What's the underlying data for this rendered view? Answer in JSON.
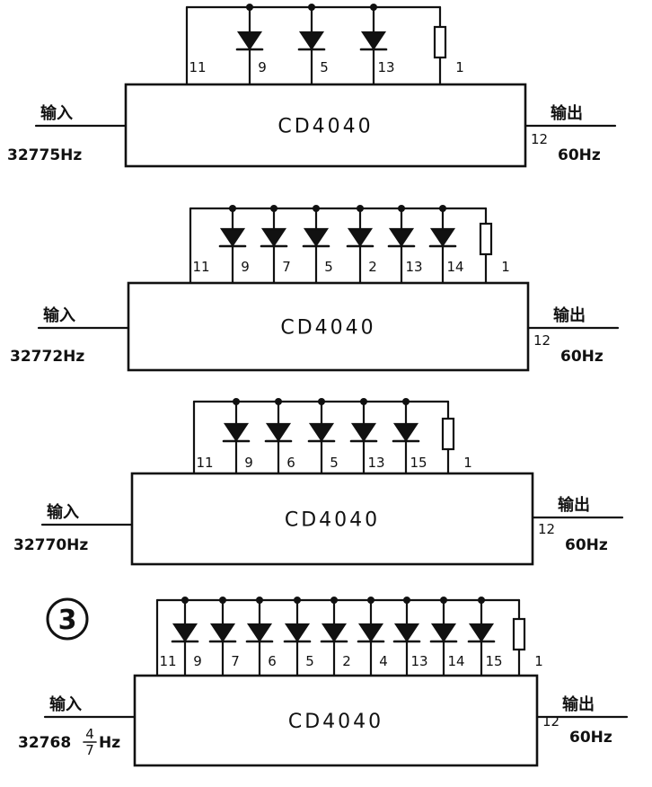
{
  "figure_label": "3",
  "circuits": [
    {
      "chip": "CD4040",
      "input_label": "输入",
      "input_freq": "32775Hz",
      "output_label": "输出",
      "output_freq": "60Hz",
      "output_pin": "12",
      "left_pin": "11",
      "diode_pins": [
        "9",
        "5",
        "13"
      ],
      "resistor_pin": "1"
    },
    {
      "chip": "CD4040",
      "input_label": "输入",
      "input_freq": "32772Hz",
      "output_label": "输出",
      "output_freq": "60Hz",
      "output_pin": "12",
      "left_pin": "11",
      "diode_pins": [
        "9",
        "7",
        "5",
        "2",
        "13",
        "14"
      ],
      "resistor_pin": "1"
    },
    {
      "chip": "CD4040",
      "input_label": "输入",
      "input_freq": "32770Hz",
      "output_label": "输出",
      "output_freq": "60Hz",
      "output_pin": "12",
      "left_pin": "11",
      "diode_pins": [
        "9",
        "6",
        "5",
        "13",
        "15"
      ],
      "resistor_pin": "1"
    },
    {
      "chip": "CD4040",
      "input_label": "输入",
      "input_freq": "32768",
      "input_freq_fraction": {
        "num": "4",
        "den": "7"
      },
      "input_freq_unit": "Hz",
      "output_label": "输出",
      "output_freq": "60Hz",
      "output_pin": "12",
      "left_pin": "11",
      "diode_pins": [
        "9",
        "7",
        "6",
        "5",
        "2",
        "4",
        "13",
        "14",
        "15"
      ],
      "resistor_pin": "1"
    }
  ]
}
